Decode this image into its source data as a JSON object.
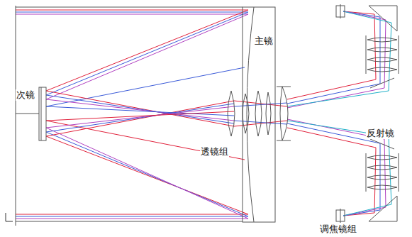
{
  "diagram": {
    "labels": [
      "次镜",
      "主镜",
      "透镜组",
      "反射镜",
      "调焦镜组"
    ]
  }
}
